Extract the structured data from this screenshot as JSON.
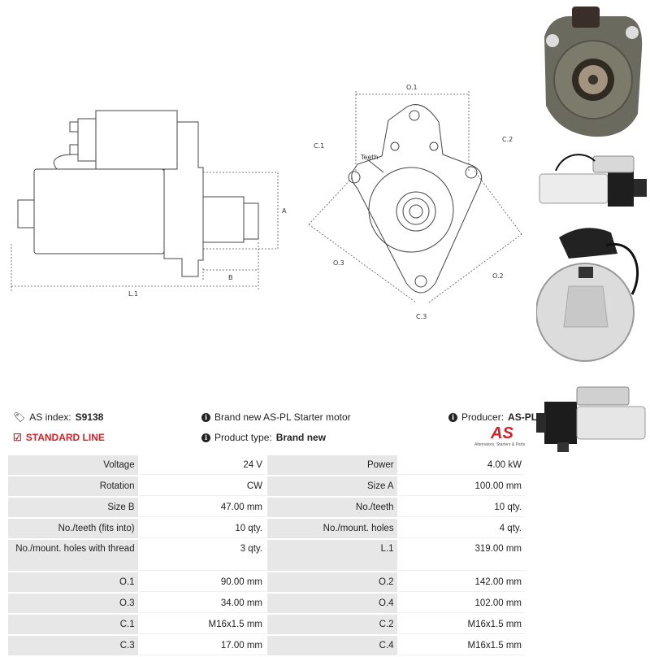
{
  "diagram": {
    "labels": {
      "A": "A",
      "B": "B",
      "L1": "L.1",
      "O1": "O.1",
      "O2": "O.2",
      "O3": "O.3",
      "C1": "C.1",
      "C2": "C.2",
      "C3": "C.3",
      "teeth": "Teeth"
    }
  },
  "info": {
    "as_index_label": "AS index:",
    "as_index_value": "S9138",
    "line_label": "STANDARD LINE",
    "brand_text": "Brand new AS-PL Starter motor",
    "product_type_label": "Product type:",
    "product_type_value": "Brand new",
    "producer_label": "Producer:",
    "producer_value": "AS-PL",
    "logo_text": "AS",
    "logo_tagline": "Alternators, Starters & Parts"
  },
  "specs": [
    [
      "Voltage",
      "24 V",
      "Power",
      "4.00 kW"
    ],
    [
      "Rotation",
      "CW",
      "Size A",
      "100.00 mm"
    ],
    [
      "Size B",
      "47.00 mm",
      "No./teeth",
      "10 qty."
    ],
    [
      "No./teeth (fits into)",
      "10 qty.",
      "No./mount. holes",
      "4 qty."
    ],
    [
      "No./mount. holes with thread",
      "3 qty.",
      "L.1",
      "319.00 mm"
    ],
    [
      "O.1",
      "90.00 mm",
      "O.2",
      "142.00 mm"
    ],
    [
      "O.3",
      "34.00 mm",
      "O.4",
      "102.00 mm"
    ],
    [
      "C.1",
      "M16x1.5 mm",
      "C.2",
      "M16x1.5 mm"
    ],
    [
      "C.3",
      "17.00 mm",
      "C.4",
      "M16x1.5 mm"
    ]
  ],
  "colors": {
    "accent": "#d41f26",
    "label_bg": "#e7e7e7"
  }
}
